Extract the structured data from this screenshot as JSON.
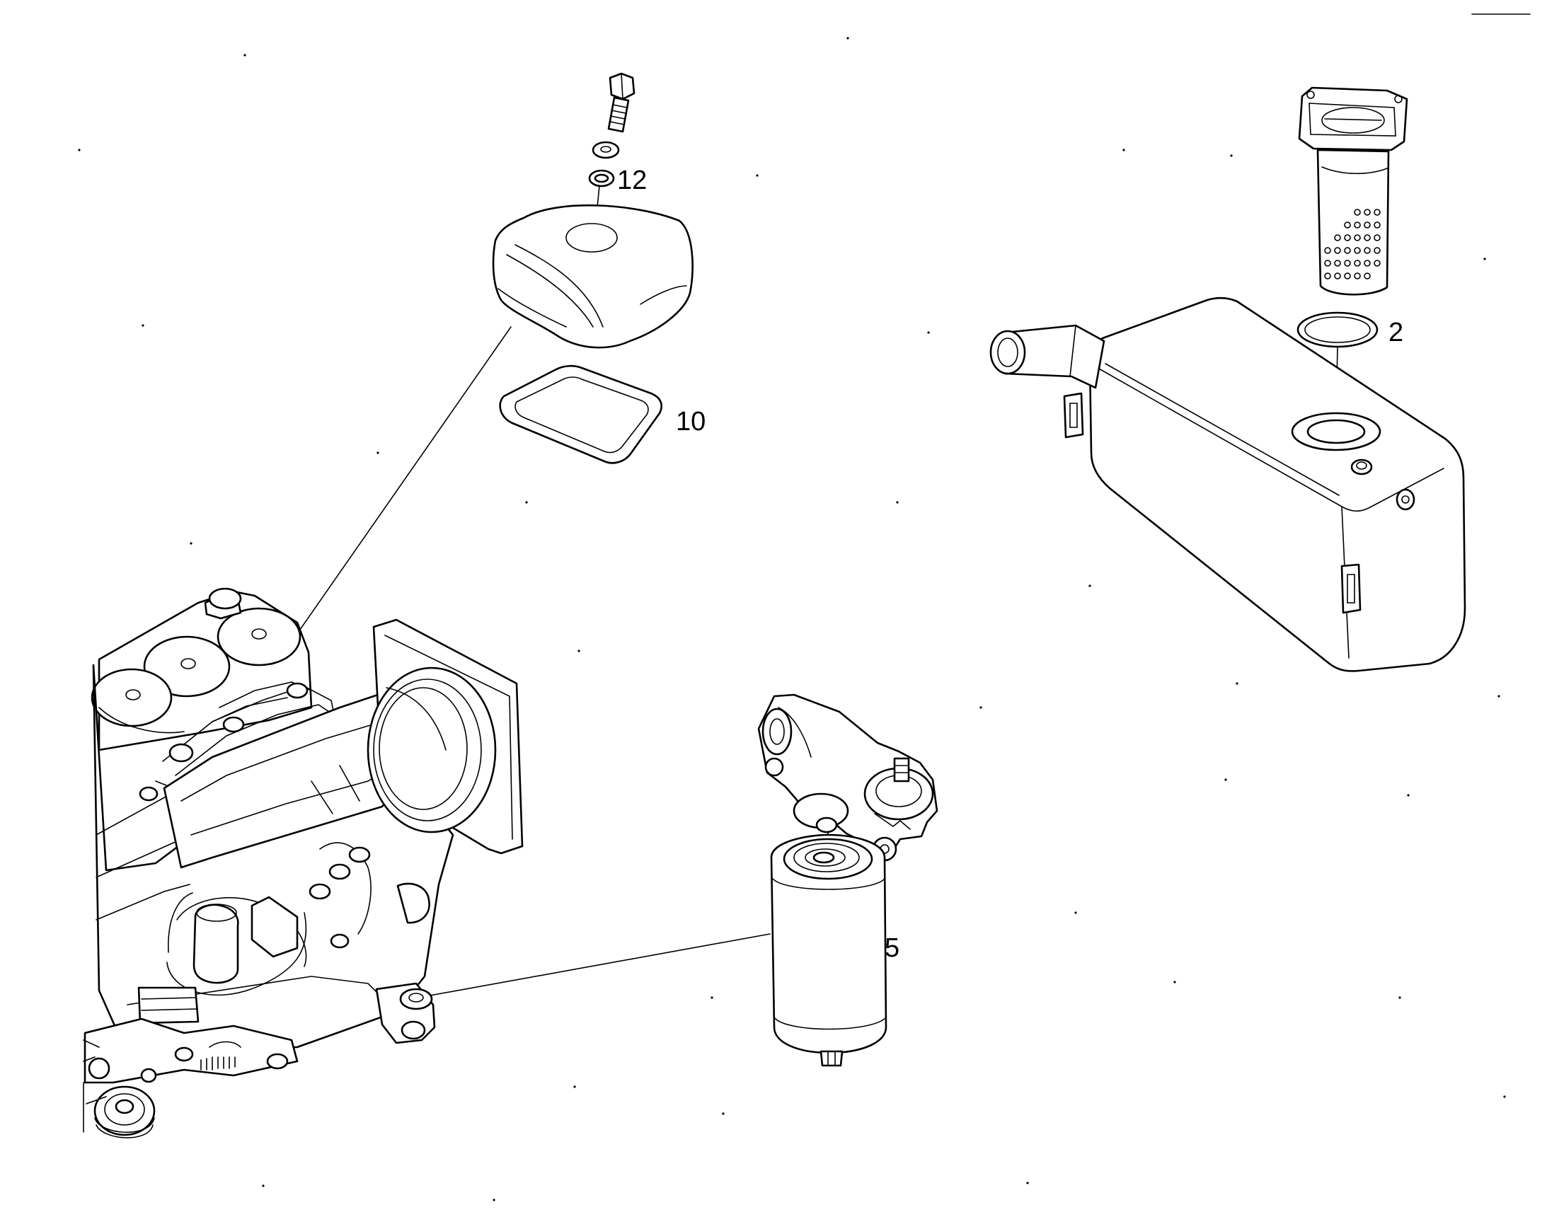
{
  "callouts": {
    "cover_bolt": "12",
    "cover_gasket": "10",
    "tank_seal_ring": "2",
    "fuel_filter": "5"
  },
  "colors": {
    "ink": "#000000",
    "paper": "#ffffff"
  }
}
